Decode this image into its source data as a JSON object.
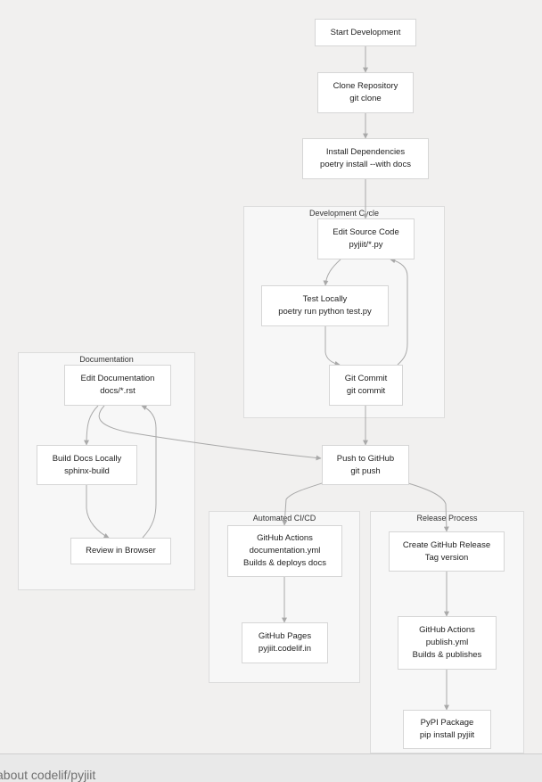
{
  "groups": {
    "dev": "Development Cycle",
    "docs": "Documentation",
    "ci": "Automated CI/CD",
    "release": "Release Process"
  },
  "nodes": {
    "start": [
      "Start Development"
    ],
    "clone": [
      "Clone Repository",
      "git clone"
    ],
    "install": [
      "Install Dependencies",
      "poetry install --with docs"
    ],
    "edit_src": [
      "Edit Source Code",
      "pyjiit/*.py"
    ],
    "test": [
      "Test Locally",
      "poetry run python test.py"
    ],
    "commit": [
      "Git Commit",
      "git commit"
    ],
    "edit_docs": [
      "Edit Documentation",
      "docs/*.rst"
    ],
    "build_docs": [
      "Build Docs Locally",
      "sphinx-build"
    ],
    "review": [
      "Review in Browser"
    ],
    "push": [
      "Push to GitHub",
      "git push"
    ],
    "gh_actions_docs": [
      "GitHub Actions",
      "documentation.yml",
      "Builds & deploys docs"
    ],
    "gh_pages": [
      "GitHub Pages",
      "pyjiit.codelif.in"
    ],
    "gh_release": [
      "Create GitHub Release",
      "Tag version"
    ],
    "gh_actions_pub": [
      "GitHub Actions",
      "publish.yml",
      "Builds & publishes"
    ],
    "pypi": [
      "PyPI Package",
      "pip install pyjiit"
    ]
  },
  "footer": {
    "text": "about codelif/pyjiit"
  },
  "colors": {
    "background": "#f1f0ef",
    "group_fill": "#f7f7f7",
    "node_fill": "#ffffff",
    "edge": "#a9a9a9"
  }
}
